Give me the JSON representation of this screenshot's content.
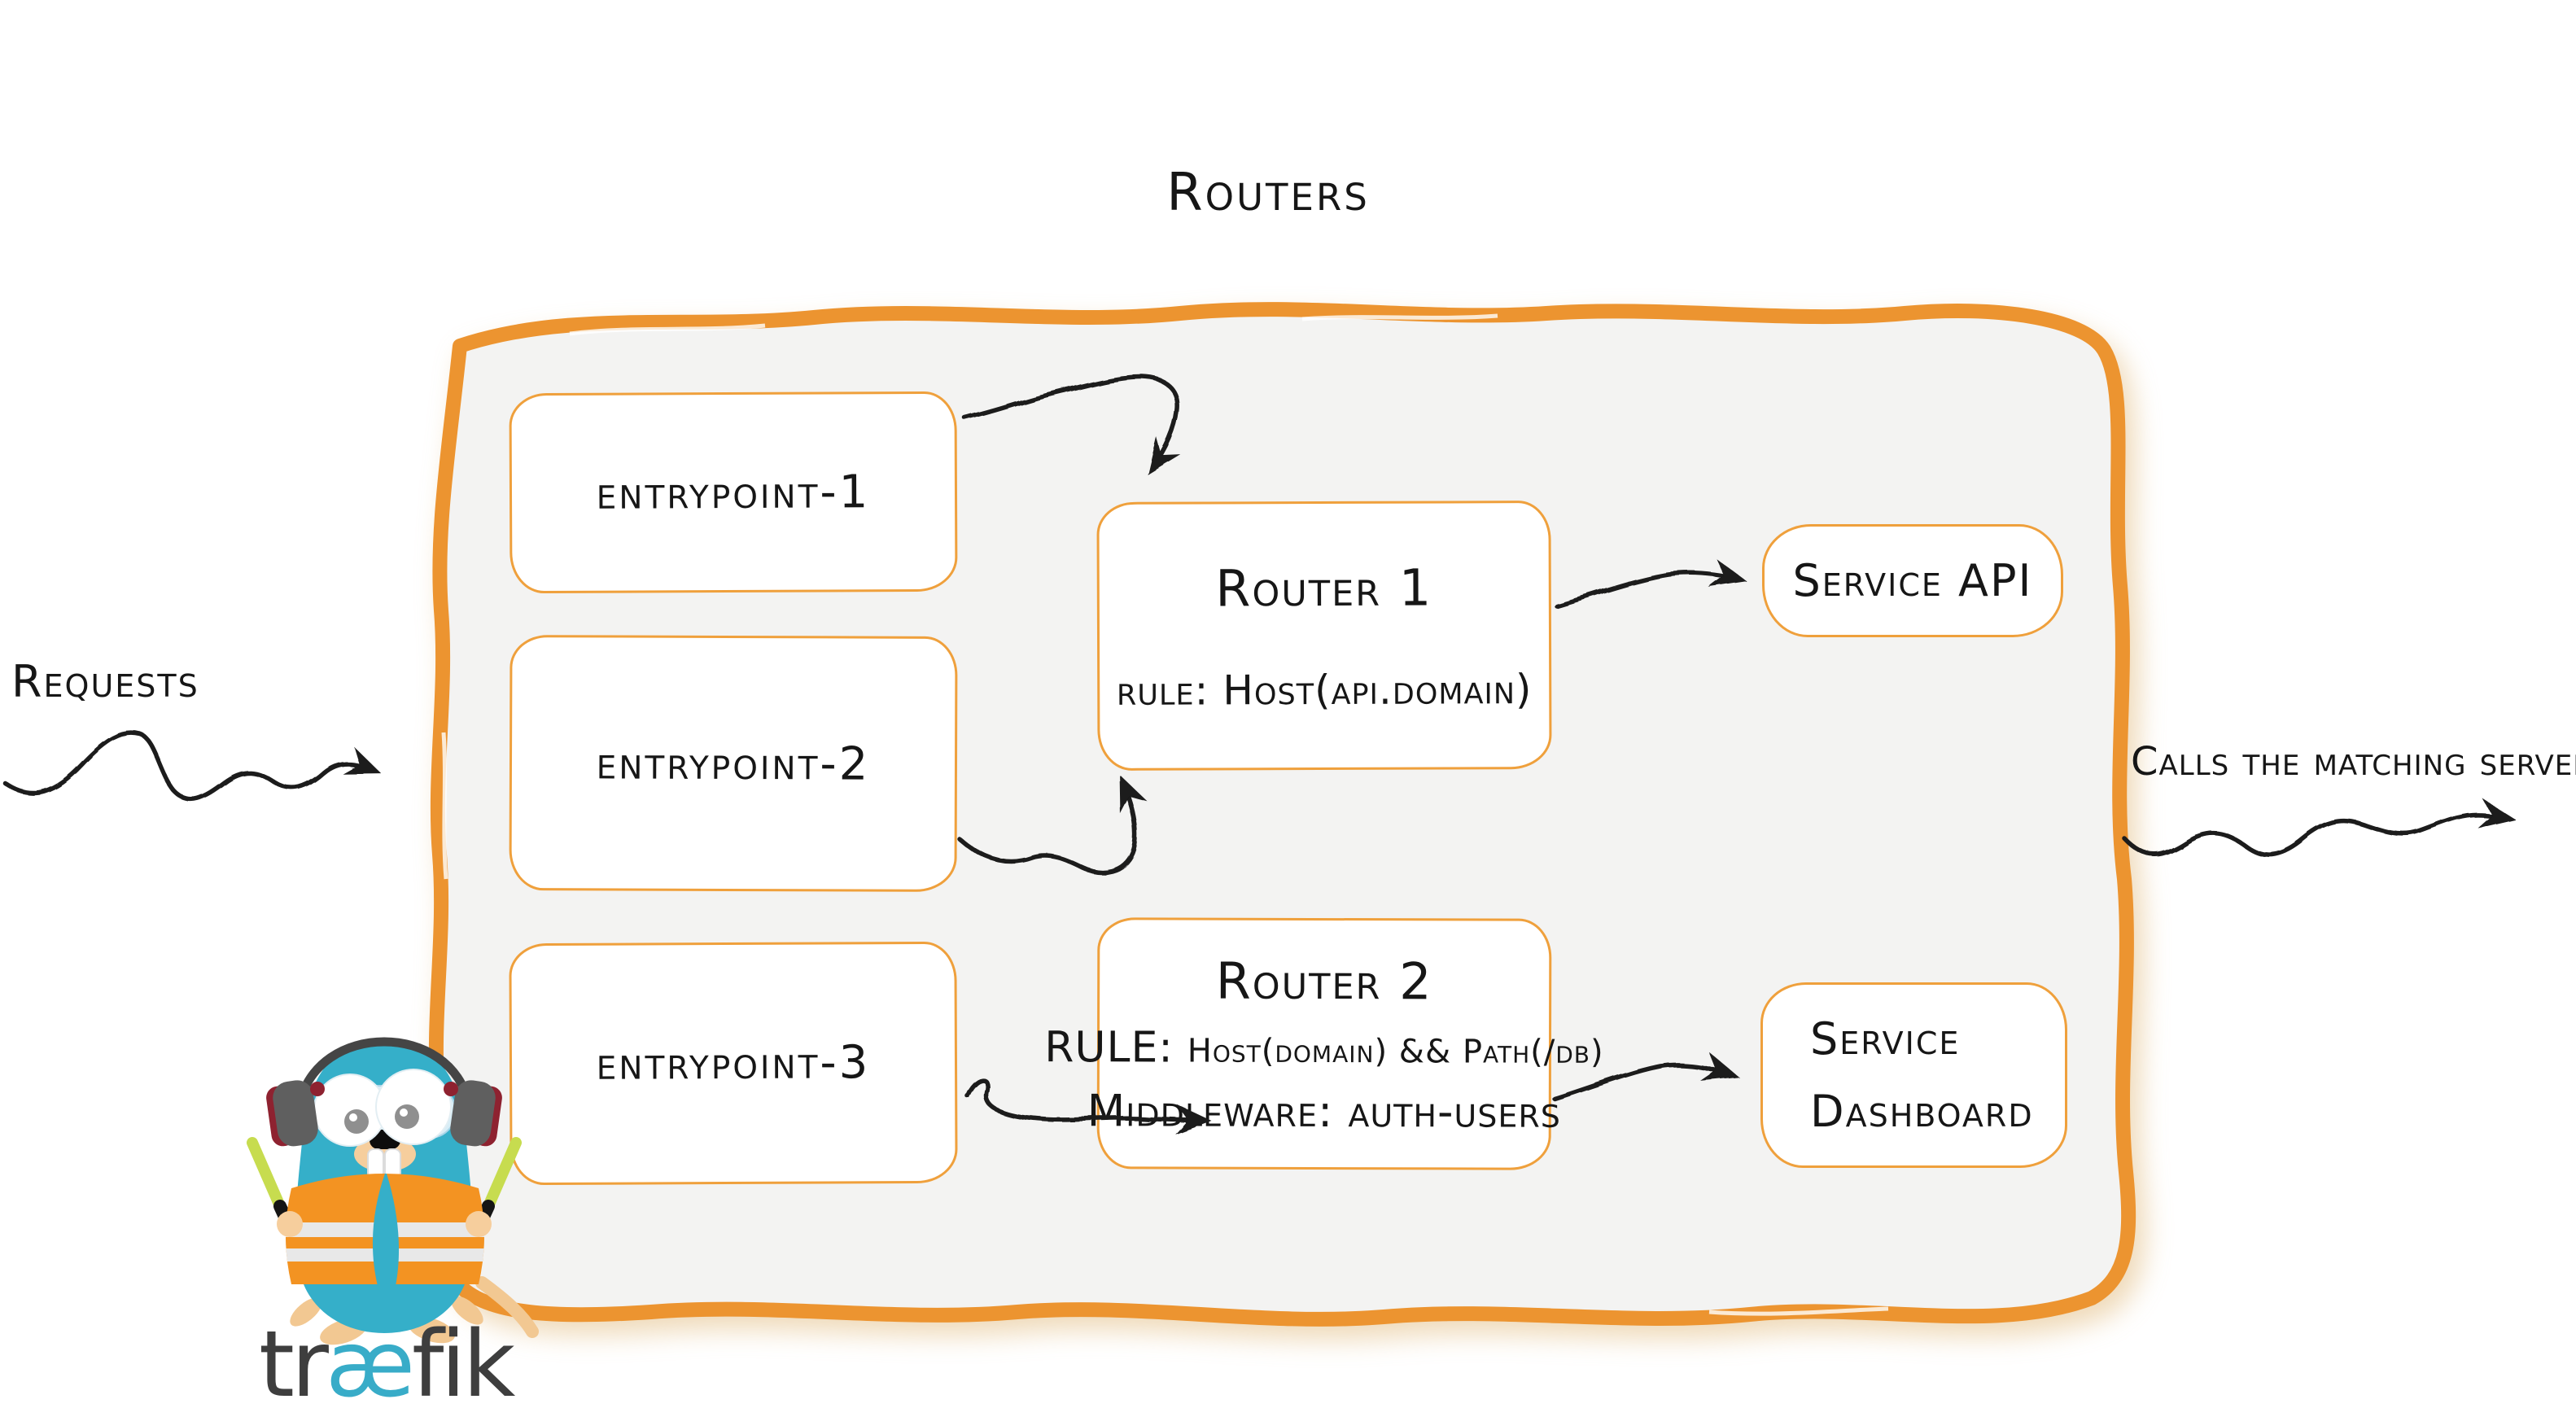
{
  "page": {
    "title": "Routers"
  },
  "labels": {
    "requests": "Requests",
    "calls": "Calls the matching server"
  },
  "entrypoints": [
    {
      "label": "entrypoint-1"
    },
    {
      "label": "entrypoint-2"
    },
    {
      "label": "entrypoint-3"
    }
  ],
  "routers": [
    {
      "title": "Router 1",
      "rule_label": "rule:",
      "rule_value": "Host(api.domain)"
    },
    {
      "title": "Router 2",
      "rule_label": "RULE:",
      "rule_value": "Host(domain) && Path(/db)",
      "middleware_label": "Middleware:",
      "middleware_value": "auth-users"
    }
  ],
  "services": [
    {
      "label": "Service API"
    },
    {
      "line1": "Service",
      "line2": "Dashboard"
    }
  ],
  "logo": {
    "wordmark_pre": "tr",
    "wordmark_ae": "æ",
    "wordmark_post": "fik"
  },
  "colors": {
    "container_border_orange": "#EC9430",
    "box_border_orange": "#EFA03C",
    "container_fill_gray": "#F3F3F2",
    "ink_black": "#1A1A1A",
    "brand_teal": "#38ACC8",
    "wordmark_gray": "#3E3E3E",
    "vest_orange": "#F39322",
    "glowstick_green": "#C7DC4F",
    "headphone_red": "#8E2230"
  }
}
